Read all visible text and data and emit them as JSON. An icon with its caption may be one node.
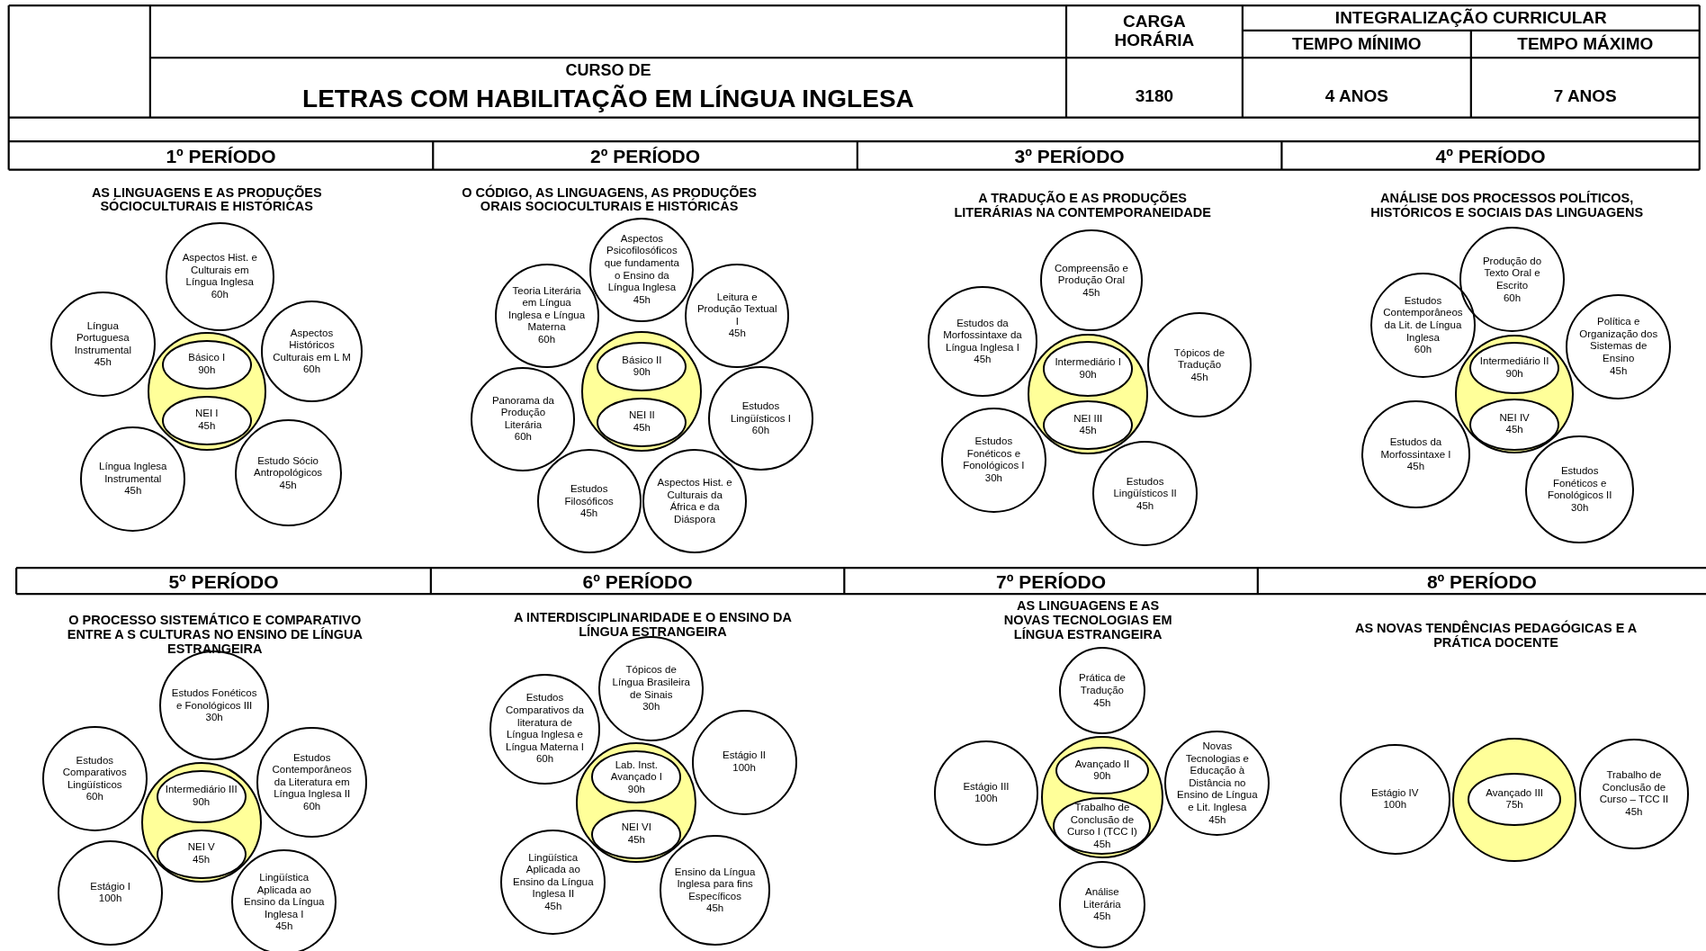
{
  "diagram": {
    "nodes": [
      {
        "text": [],
        "shape": "circle"
      },
      {
        "text": [
          "Básico I",
          "90h"
        ],
        "in": 0
      },
      {
        "text": [
          "NEI I",
          "45h"
        ],
        "in": 0
      },
      {
        "text": [
          "Aspectos Hist. e Culturais em Língua Inglesa",
          "60h"
        ]
      },
      {
        "text": [
          "Língua Portuguesa Instrumental",
          "45h"
        ]
      },
      {
        "text": [
          "Aspectos Históricos Culturais em L M",
          "60h"
        ]
      },
      {
        "text": [
          "Língua Inglesa Instrumental",
          "45h"
        ]
      },
      {
        "text": [
          "Estudo Sócio Antropológicos",
          "45h"
        ]
      },
      {
        "text": [],
        "shape": "circle"
      },
      {
        "text": [
          "Básico II",
          "90h"
        ],
        "in": 8
      },
      {
        "text": [
          "NEI II",
          "45h"
        ],
        "in": 8
      },
      {
        "text": [
          "Aspectos Psicofilosóficos que fundamenta o Ensino da Língua Inglesa",
          "45h"
        ]
      },
      {
        "text": [
          "Leitura e Produção Textual I",
          "45h"
        ]
      },
      {
        "text": [
          "Teoria Literária em Língua Inglesa e Língua Materna",
          "60h"
        ]
      },
      {
        "text": [
          "Estudos Lingüísticos I",
          "60h"
        ]
      },
      {
        "text": [
          "Panorama da Produção Literária",
          "60h"
        ]
      },
      {
        "text": [
          "Aspectos Hist. e Culturais da África e da Diáspora"
        ]
      },
      {
        "text": [
          "Estudos Filosóficos",
          "45h"
        ]
      },
      {
        "text": [],
        "shape": "circle"
      },
      {
        "text": [
          "Intermediário I",
          "90h"
        ],
        "in": 18
      },
      {
        "text": [
          "NEI III",
          "45h"
        ],
        "in": 18
      },
      {
        "text": [
          "Compreensão e Produção Oral",
          "45h"
        ]
      },
      {
        "text": [
          "Estudos da Morfossintaxe da Língua Inglesa I",
          "45h"
        ]
      },
      {
        "text": [
          "Tópicos de Tradução",
          "45h"
        ]
      },
      {
        "text": [
          "Estudos Fonéticos e Fonológicos I",
          "30h"
        ]
      },
      {
        "text": [
          "Estudos Lingüísticos II",
          "45h"
        ]
      },
      {
        "text": [],
        "shape": "circle"
      },
      {
        "text": [
          "Intermediário II",
          "90h"
        ],
        "in": 26
      },
      {
        "text": [
          "NEI IV",
          "45h"
        ],
        "in": 26
      },
      {
        "text": [
          "Produção do Texto Oral e Escrito",
          "60h"
        ]
      },
      {
        "text": [
          "Estudos Contemporâneos da Lit. de Língua Inglesa",
          "60h"
        ]
      },
      {
        "text": [
          "Política e Organização dos Sistemas de Ensino",
          "45h"
        ]
      },
      {
        "text": [
          "Estudos da Morfossintaxe I",
          "45h"
        ]
      },
      {
        "text": [
          "Estudos Fonéticos e Fonológicos II",
          "30h"
        ]
      },
      {
        "text": [],
        "shape": "circle"
      },
      {
        "text": [
          "Intermediário III",
          "90h"
        ],
        "in": 34
      },
      {
        "text": [
          "NEI V",
          "45h"
        ],
        "in": 34
      },
      {
        "text": [
          "Estudos Fonéticos e Fonológicos III",
          "30h"
        ]
      },
      {
        "text": [
          "Estudos Comparativos Lingüísticos",
          "60h"
        ]
      },
      {
        "text": [
          "Estudos Contemporâneos da Literatura em Língua Inglesa II",
          "60h"
        ]
      },
      {
        "text": [
          "Estágio I",
          "100h"
        ]
      },
      {
        "text": [
          "Lingüística Aplicada ao Ensino da Língua Inglesa I",
          "45h"
        ]
      },
      {
        "text": [],
        "shape": "circle"
      },
      {
        "text": [
          "Lab. Inst. Avançado I",
          "90h"
        ],
        "in": 42
      },
      {
        "text": [
          "NEI VI",
          "45h"
        ],
        "in": 42
      },
      {
        "text": [
          "Tópicos de Língua Brasileira de Sinais",
          "30h"
        ]
      },
      {
        "text": [
          "Estudos Comparativos da literatura de Língua Inglesa e Língua Materna I",
          "60h"
        ]
      },
      {
        "text": [
          "Estágio II",
          "100h"
        ]
      },
      {
        "text": [
          "Lingüística Aplicada ao Ensino da Língua Inglesa II",
          "45h"
        ]
      },
      {
        "text": [
          "Ensino da Língua Inglesa para fins Específicos",
          "45h"
        ]
      },
      {
        "text": [],
        "shape": "circle"
      },
      {
        "text": [
          "Avançado II",
          "90h"
        ],
        "in": 50
      },
      {
        "text": [
          "Trabalho de Conclusão de Curso I (TCC I)",
          "45h"
        ],
        "in": 50
      },
      {
        "text": [
          "Prática de Tradução",
          "45h"
        ]
      },
      {
        "text": [
          "Estágio III",
          "100h"
        ]
      },
      {
        "text": [
          "Novas Tecnologias e Educação à Distância no Ensino de Língua e Lit. Inglesa",
          "45h"
        ]
      },
      {
        "text": [
          "Análise Literária",
          "45h"
        ]
      },
      {
        "text": [],
        "shape": "circle"
      },
      {
        "text": [
          "Avançado III",
          "75h"
        ],
        "in": 57
      },
      {
        "text": [
          "Estágio IV",
          "100h"
        ]
      },
      {
        "text": [
          "Trabalho de Conclusão de Curso – TCC II",
          "45h"
        ]
      }
    ],
    "edges": [],
    "labels": [
      "CARGA HORÁRIA",
      "INTEGRALIZAÇÃO CURRICULAR",
      "TEMPO MÍNIMO",
      "TEMPO MÁXIMO",
      "CURSO DE",
      "LETRAS COM HABILITAÇÃO EM LÍNGUA INGLESA",
      "3180",
      "4 ANOS",
      "7 ANOS",
      "1º PERÍODO",
      "2º PERÍODO",
      "3º PERÍODO",
      "4º PERÍODO",
      "AS LINGUAGENS E AS PRODUÇÕES SÓCIOCULTURAIS E HISTÓRICAS",
      "O CÓDIGO, AS LINGUAGENS, AS PRODUÇÕES ORAIS SOCIOCULTURAIS E HISTÓRICAS",
      "A TRADUÇÃO E AS PRODUÇÕES LITERÁRIAS NA CONTEMPORANEIDADE",
      "ANÁLISE DOS PROCESSOS POLÍTICOS, HISTÓRICOS E SOCIAIS DAS LINGUAGENS",
      "5º PERÍODO",
      "6º PERÍODO",
      "7º PERÍODO",
      "8º PERÍODO",
      "O PROCESSO SISTEMÁTICO E COMPARATIVO ENTRE A S CULTURAS NO ENSINO DE LÍNGUA ESTRANGEIRA",
      "A INTERDISCIPLINARIDADE E O ENSINO DA LÍNGUA ESTRANGEIRA",
      "AS LINGUAGENS E AS NOVAS TECNOLOGIAS EM LÍNGUA ESTRANGEIRA",
      "AS NOVAS TENDÊNCIAS PEDAGÓGICAS E A PRÁTICA DOCENTE"
    ]
  }
}
